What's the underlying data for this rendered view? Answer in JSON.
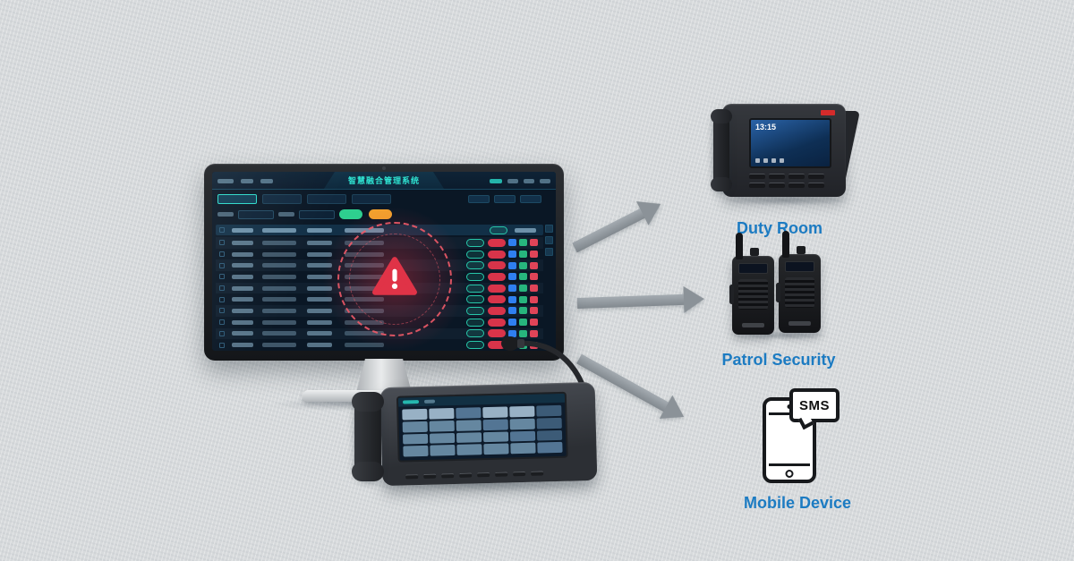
{
  "monitor_screen": {
    "title": "智慧融合管理系统",
    "alert": "warning"
  },
  "duty_phone": {
    "screen_time": "13:15"
  },
  "targets": {
    "duty_room": {
      "label": "Duty Room"
    },
    "patrol_security": {
      "label": "Patrol Security"
    },
    "mobile_device": {
      "label": "Mobile Device",
      "sms_badge": "SMS"
    }
  },
  "colors": {
    "accent_teal": "#2bd9c9",
    "alert_red": "#e1344a",
    "label_blue": "#1c7bc2",
    "arrow_gray": "#8b9298",
    "button_green": "#2ecf8f",
    "button_orange": "#f2a12d"
  }
}
